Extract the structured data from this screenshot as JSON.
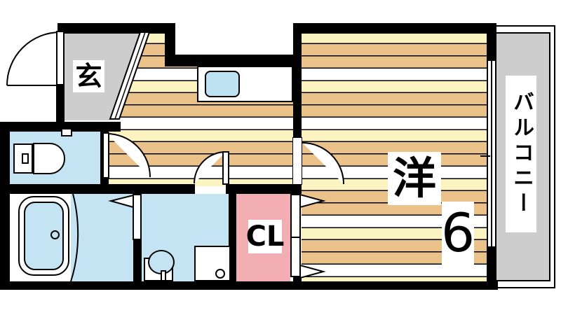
{
  "floorplan": {
    "entrance": {
      "label": "玄"
    },
    "main_room": {
      "name_label": "洋",
      "size_label": "6"
    },
    "closet": {
      "label": "CL"
    },
    "balcony": {
      "label": "バルコニー"
    },
    "colors": {
      "wall_black": "#000000",
      "floor_tan": "#EBC28A",
      "floor_cream": "#FCF4C0",
      "water_blue": "#C4E4F4",
      "fixture_blue": "#BFE2F3",
      "closet_pink": "#F2AEB2",
      "area_gray": "#CDCDCD"
    }
  }
}
